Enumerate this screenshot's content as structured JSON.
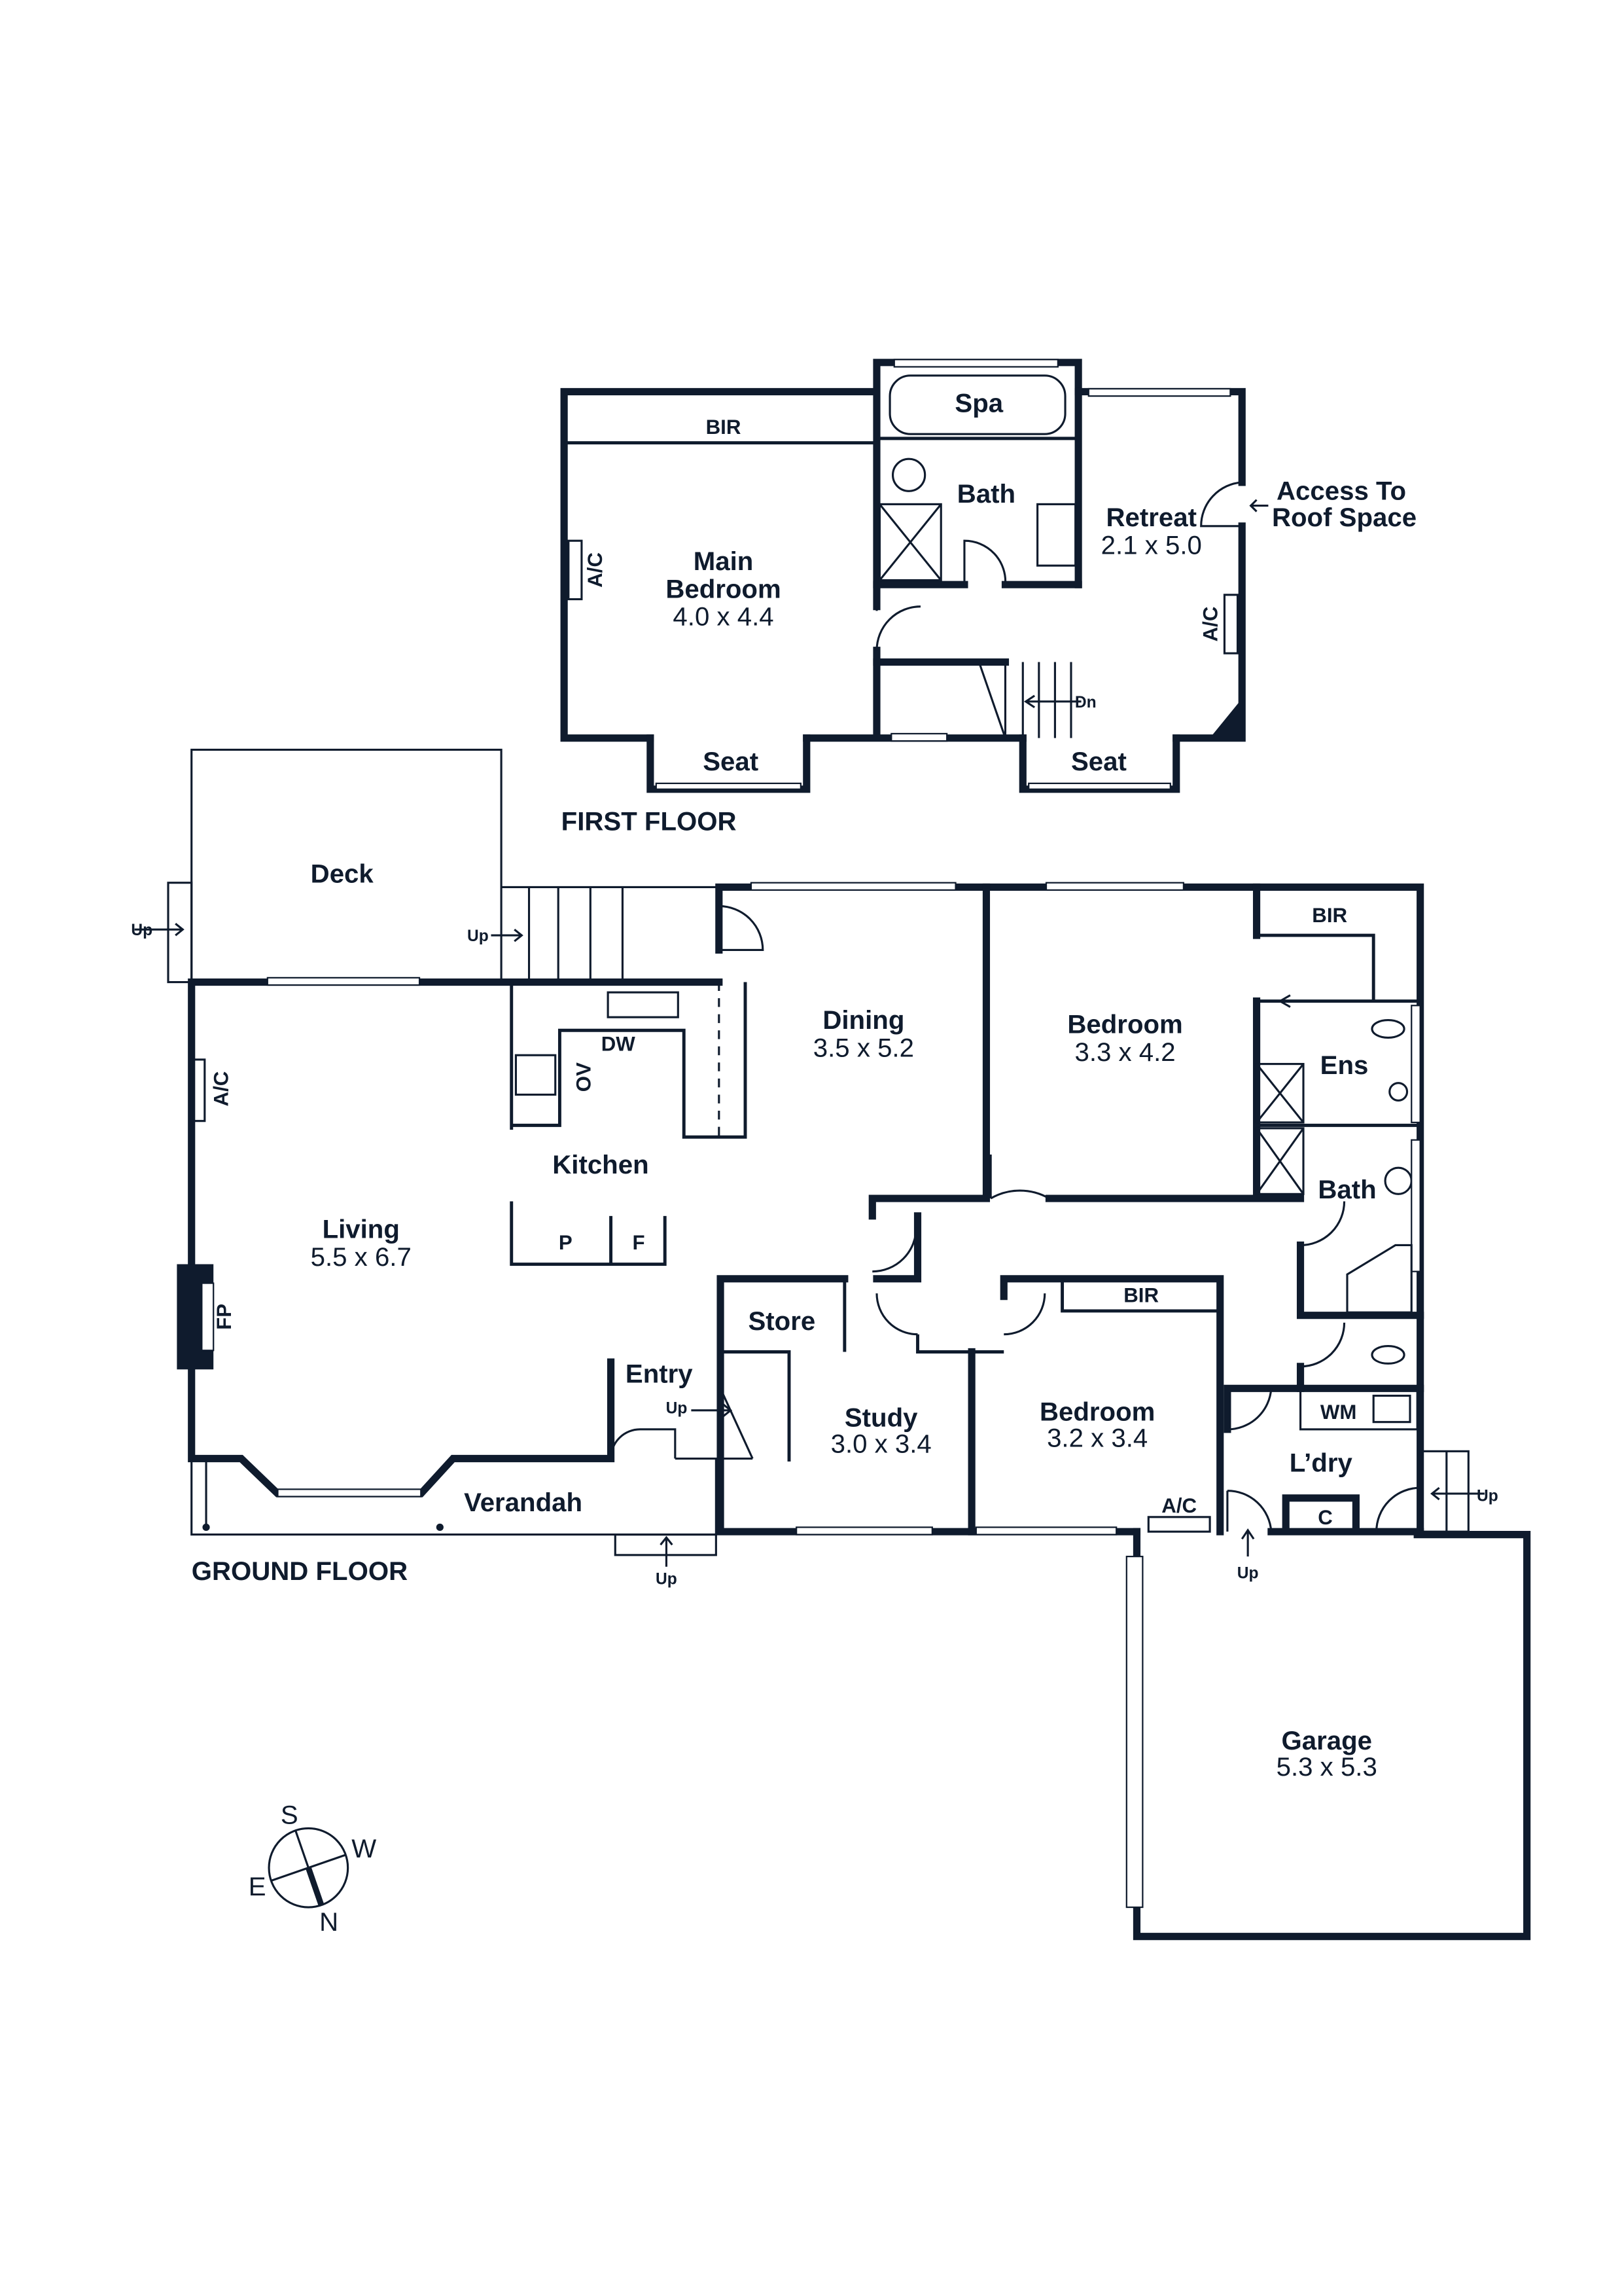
{
  "first_floor": {
    "title": "FIRST FLOOR",
    "rooms": {
      "bir": "BIR",
      "spa": "Spa",
      "bath": "Bath",
      "main_bedroom_1": "Main",
      "main_bedroom_2": "Bedroom",
      "main_bedroom_dim": "4.0 x 4.4",
      "retreat": "Retreat",
      "retreat_dim": "2.1 x 5.0",
      "access_1": "Access To",
      "access_2": "Roof Space",
      "ac_1": "A/C",
      "ac_2": "A/C",
      "dn": "Dn",
      "seat_1": "Seat",
      "seat_2": "Seat"
    }
  },
  "ground_floor": {
    "title": "GROUND FLOOR",
    "rooms": {
      "deck": "Deck",
      "up_deck_left": "Up",
      "up_deck_stairs": "Up",
      "dining": "Dining",
      "dining_dim": "3.5 x 5.2",
      "bedroom_1": "Bedroom",
      "bedroom_1_dim": "3.3 x 4.2",
      "bir_1": "BIR",
      "ens": "Ens",
      "bath": "Bath",
      "dw": "DW",
      "ov": "OV",
      "kitchen": "Kitchen",
      "pantry": "P",
      "fridge": "F",
      "ac_living": "A/C",
      "living": "Living",
      "living_dim": "5.5 x 6.7",
      "fp": "FP",
      "store": "Store",
      "entry": "Entry",
      "up_entry": "Up",
      "study": "Study",
      "study_dim": "3.0 x 3.4",
      "bedroom_2": "Bedroom",
      "bedroom_2_dim": "3.2 x 3.4",
      "bir_2": "BIR",
      "wm": "WM",
      "laundry": "L’dry",
      "cupboard": "C",
      "ac_bedroom": "A/C",
      "up_laundry": "Up",
      "up_garage": "Up",
      "verandah": "Verandah",
      "up_verandah": "Up",
      "garage": "Garage",
      "garage_dim": "5.3 x 5.3"
    }
  },
  "compass": {
    "s": "S",
    "w": "W",
    "e": "E",
    "n": "N"
  },
  "colors": {
    "ink": "#0f1b2d",
    "background": "#ffffff"
  }
}
